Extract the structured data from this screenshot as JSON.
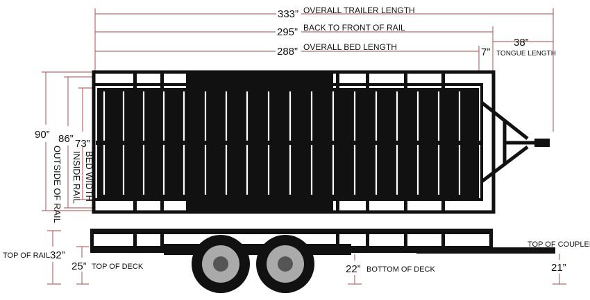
{
  "dimensions": {
    "overall_trailer_length": {
      "value": "333”",
      "label": "OVERALL TRAILER LENGTH"
    },
    "back_to_front_of_rail": {
      "value": "295”",
      "label": "BACK TO FRONT OF RAIL"
    },
    "overall_bed_length": {
      "value": "288”",
      "label": "OVERALL BED LENGTH"
    },
    "tongue_length": {
      "value": "38”",
      "label": "TONGUE LENGTH"
    },
    "rail_offset": {
      "value": "7”"
    },
    "outside_of_rail": {
      "value": "90”",
      "label": "OUTSIDE OF RAIL"
    },
    "inside_rail": {
      "value": "86”",
      "label": "INSIDE RAIL"
    },
    "bed_width": {
      "value": "73”",
      "label": "BED WIDTH"
    },
    "top_of_rail": {
      "value": "32”",
      "label": "TOP OF RAIL"
    },
    "top_of_deck": {
      "value": "25”",
      "label": "TOP OF DECK"
    },
    "bottom_of_deck": {
      "value": "22”",
      "label": "BOTTOM OF DECK"
    },
    "top_of_coupler": {
      "value": "21”",
      "label": "TOP OF COUPLER"
    }
  },
  "colors": {
    "dimension_line": "#b96b6b",
    "frame": "#111111",
    "deck_slat": "#ffffff"
  }
}
